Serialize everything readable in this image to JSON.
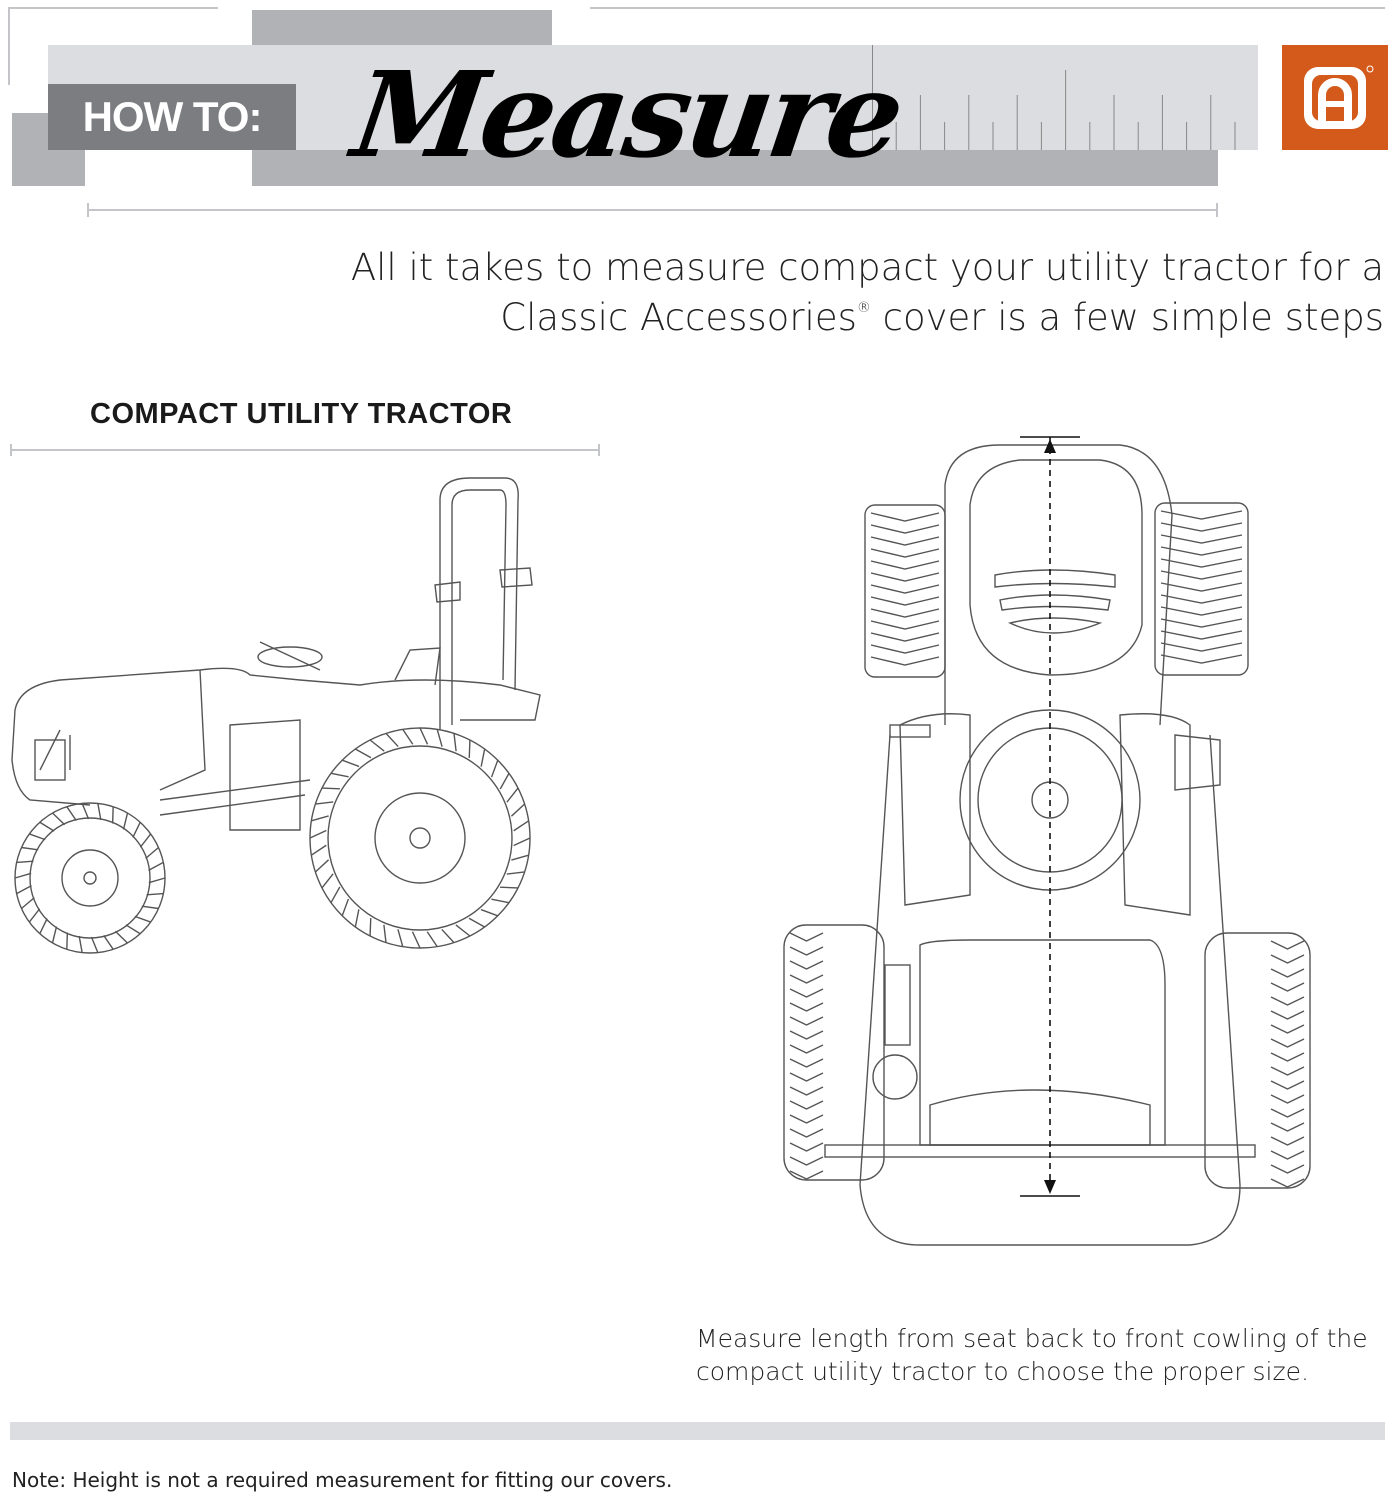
{
  "header": {
    "howto_label": "HOW TO:",
    "title": "Measure",
    "logo_icon": "classic-accessories-logo-icon",
    "brand_color": "#d35a1a"
  },
  "subtitle": {
    "line1": "All it takes to measure compact your utility tractor for a",
    "line2_a": "Classic Accessories",
    "line2_reg": "®",
    "line2_b": " cover is a few simple steps"
  },
  "section": {
    "title": "COMPACT UTILITY TRACTOR"
  },
  "caption": {
    "line1": "Measure length from seat back to front cowling of the",
    "line2": "compact utility tractor to choose the proper size."
  },
  "note": "Note: Height is not a required measurement for fitting our covers."
}
